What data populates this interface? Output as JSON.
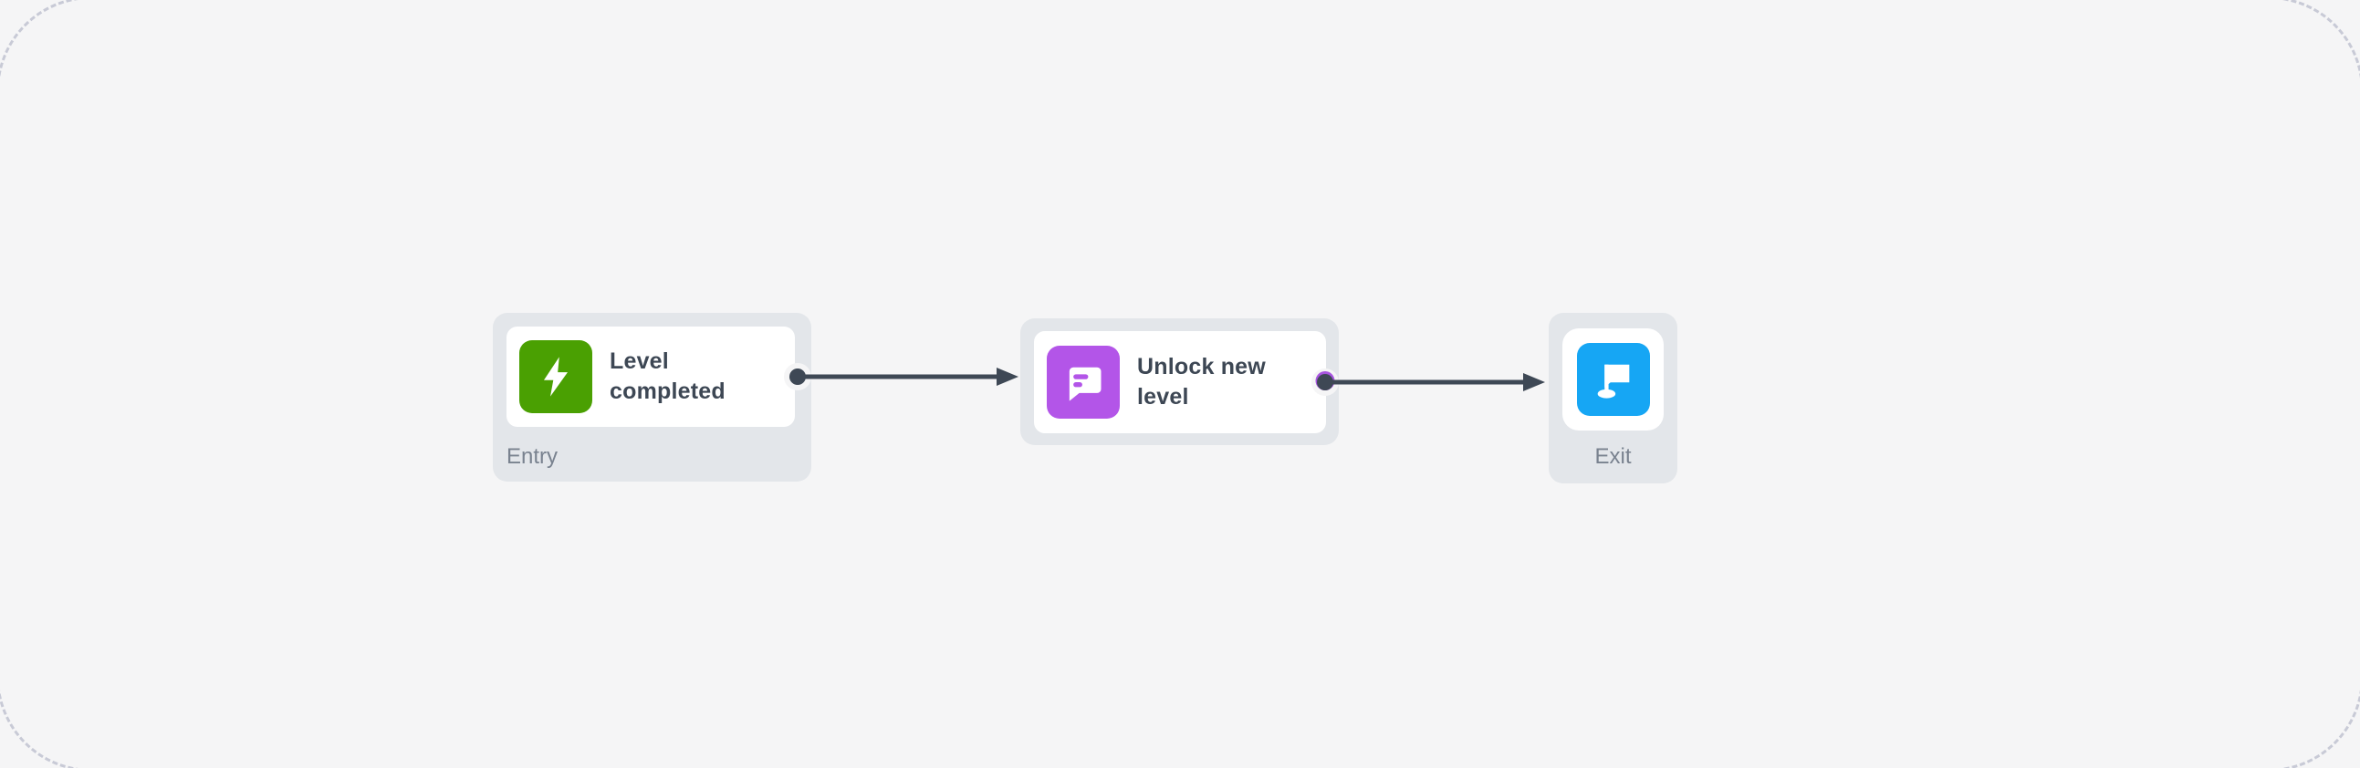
{
  "canvas": {
    "background": "#f5f5f6",
    "dashed_border_color": "#c8cad6",
    "connector_color": "#3e4855",
    "node_container_color": "#e3e6ea",
    "card_color": "#ffffff"
  },
  "nodes": {
    "entry": {
      "title": "Level completed",
      "label": "Entry",
      "icon": "lightning-icon",
      "icon_color": "#4aa002"
    },
    "action": {
      "title": "Unlock new level",
      "icon": "chat-bubble-icon",
      "icon_color": "#b355e8"
    },
    "exit": {
      "label": "Exit",
      "icon": "flag-icon",
      "icon_color": "#16a6f4"
    }
  },
  "connectors": [
    {
      "from": "entry",
      "to": "action",
      "port_halo_color": null
    },
    {
      "from": "action",
      "to": "exit",
      "port_halo_color": "#a855e0"
    }
  ]
}
